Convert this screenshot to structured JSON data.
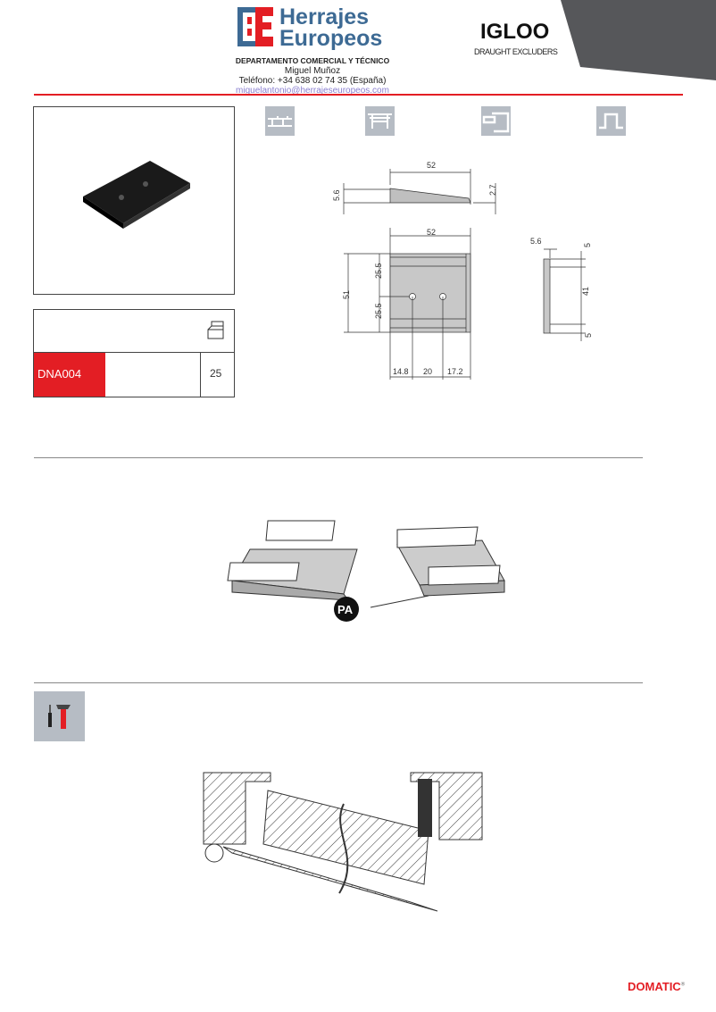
{
  "header": {
    "company_line1": "Herrajes",
    "company_line2": "Europeos",
    "department": "DEPARTAMENTO  COMERCIAL Y TÉCNICO",
    "contact_name": "Miguel Muñoz",
    "phone": "Teléfono:  +34 638 02 74 35 (España)",
    "email": "miguelantonio@herrajeseuropeos.com",
    "product": "IGLOO",
    "subtitle": "DRAUGHT EXCLUDERS"
  },
  "product_table": {
    "code": "DNA004",
    "quantity": "25"
  },
  "dimensions": {
    "top_width": "52",
    "top_left_height": "5.6",
    "top_right_height": "2.7",
    "front_width": "52",
    "front_height": "51",
    "half_upper": "25.5",
    "half_lower": "25.5",
    "bottom_left": "14.8",
    "bottom_mid": "20",
    "bottom_right": "17.2",
    "side_thickness": "5.6",
    "side_top": "5",
    "side_mid": "41",
    "side_bottom": "5"
  },
  "install_badge": "PA",
  "footer": {
    "brand": "DOMATIC",
    "reg": "®"
  },
  "colors": {
    "red": "#e31e24",
    "blue": "#3d6a94",
    "gray": "#b6bcc4"
  }
}
